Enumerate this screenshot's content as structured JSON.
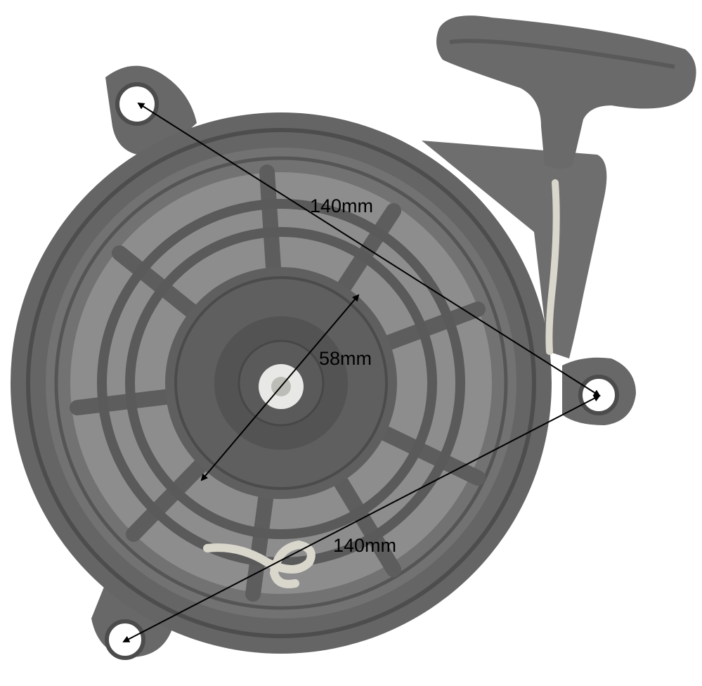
{
  "photo": {
    "subject": "recoil starter",
    "colors": {
      "background": "#ffffff",
      "body": "#6b6b6b",
      "body_dark": "#4a4a4a",
      "body_light": "#8a8a8a",
      "rope": "#d9d6cc",
      "arrow": "#000000"
    }
  },
  "dimensions": {
    "mount_top": "140mm",
    "pulley_center": "58mm",
    "mount_bottom": "140mm"
  }
}
